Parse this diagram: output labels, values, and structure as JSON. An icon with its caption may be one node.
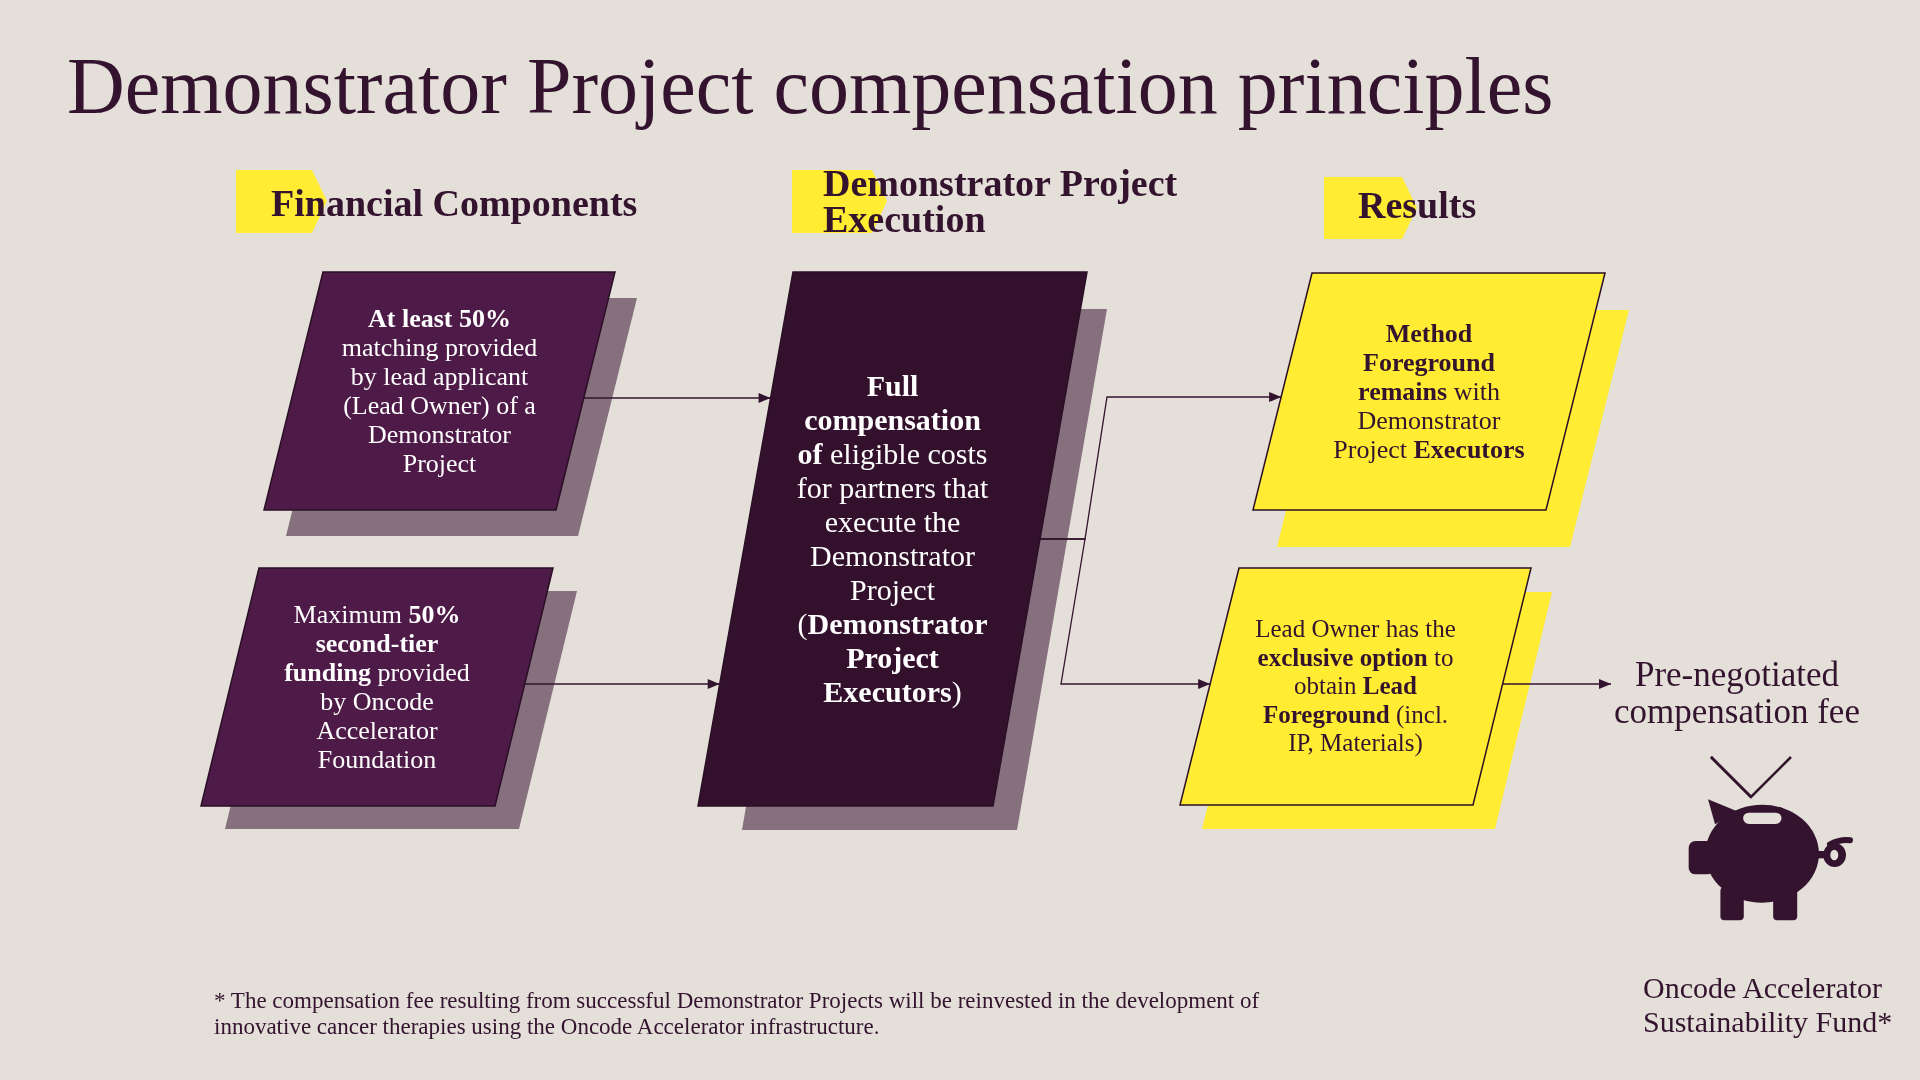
{
  "diagram": {
    "title": "Demonstrator Project compensation principles",
    "nodes": [
      {
        "text": [
          "Financial Components"
        ]
      },
      {
        "text": [
          "Demonstrator Project Execution"
        ]
      },
      {
        "text": [
          "Results"
        ]
      },
      {
        "text": [
          "**At least 50%** matching provided by lead applicant (Lead Owner) of a Demonstrator Project"
        ]
      },
      {
        "text": [
          "Maximum **50% second-tier funding** provided by Oncode Accelerator Foundation"
        ]
      },
      {
        "text": [
          "**Full compensation of** eligible costs for partners that execute the Demonstrator Project (**Demonstrator Project Executors**)"
        ]
      },
      {
        "text": [
          "**Method Foreground remains** with Demonstrator Project **Executors**"
        ]
      },
      {
        "text": [
          "Lead Owner has the **exclusive option** to obtain **Lead Foreground** (incl. IP, Materials)"
        ]
      },
      {
        "text": [
          "Pre-negotiated compensation fee"
        ]
      },
      {
        "text": [],
        "shape": "picture",
        "beside": [
          "Oncode Accelerator Sustainability Fund*"
        ]
      }
    ],
    "edges": [
      {
        "from": 3,
        "to": 5,
        "arrow": "to"
      },
      {
        "from": 4,
        "to": 5,
        "arrow": "to"
      },
      {
        "from": 5,
        "to": 6,
        "arrow": "to"
      },
      {
        "from": 5,
        "to": 7,
        "arrow": "to"
      },
      {
        "from": 7,
        "to": 8,
        "arrow": "to"
      },
      {
        "from": 8,
        "to": 9,
        "arrow": "to"
      }
    ],
    "labels": [
      "* The compensation fee resulting from successful Demonstrator Projects will be reinvested in the development of innovative cancer therapies using the Oncode Accelerator infrastructure."
    ]
  }
}
